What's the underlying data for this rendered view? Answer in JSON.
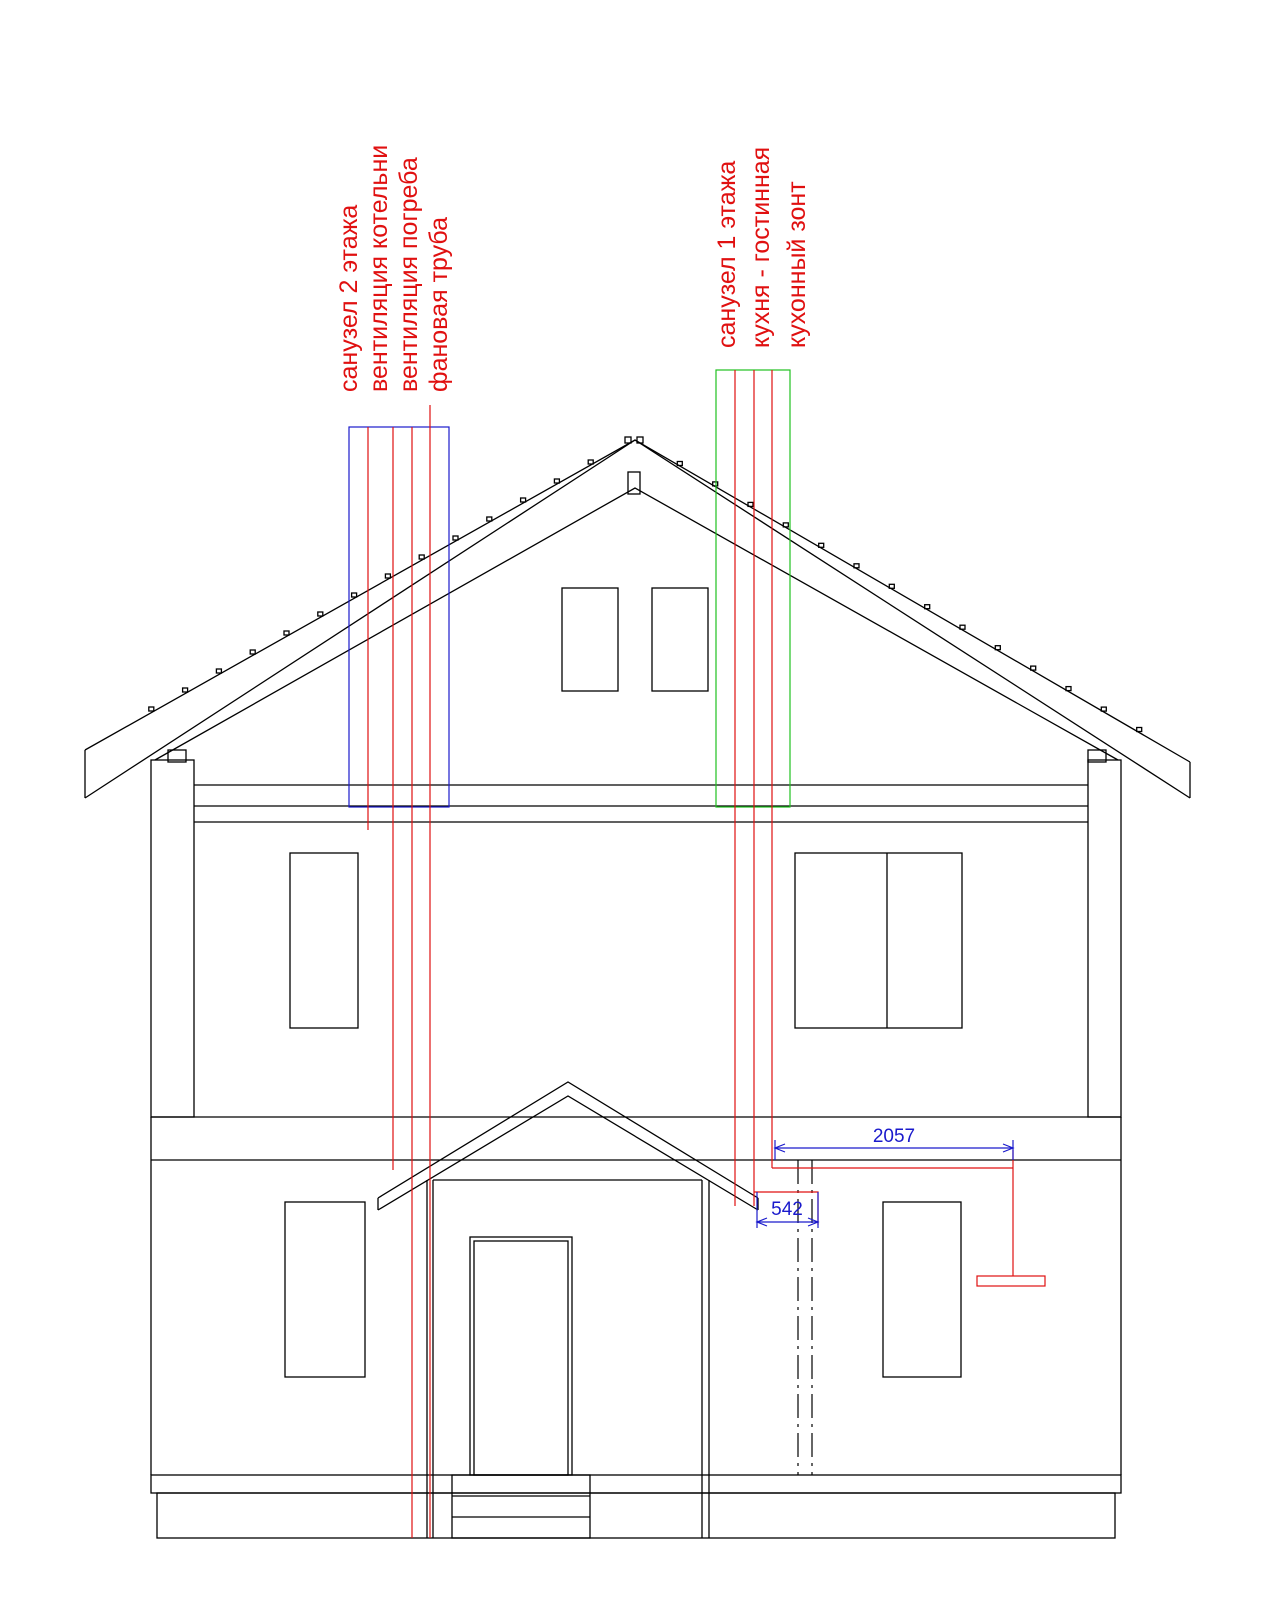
{
  "labels_left": [
    "санузел 2 этажа",
    "вентиляция котельни",
    "вентиляция погреба",
    "фановая труба"
  ],
  "labels_right": [
    "санузел 1 этажа",
    "кухня - гостинная",
    "кухонный зонт"
  ],
  "dimensions": {
    "horizontal": "2057",
    "small": "542"
  },
  "colors": {
    "annotation": "#e01010",
    "dimension": "#1a1acc",
    "box_left": "#1a1acc",
    "box_right": "#20c020",
    "outline": "#000000"
  }
}
